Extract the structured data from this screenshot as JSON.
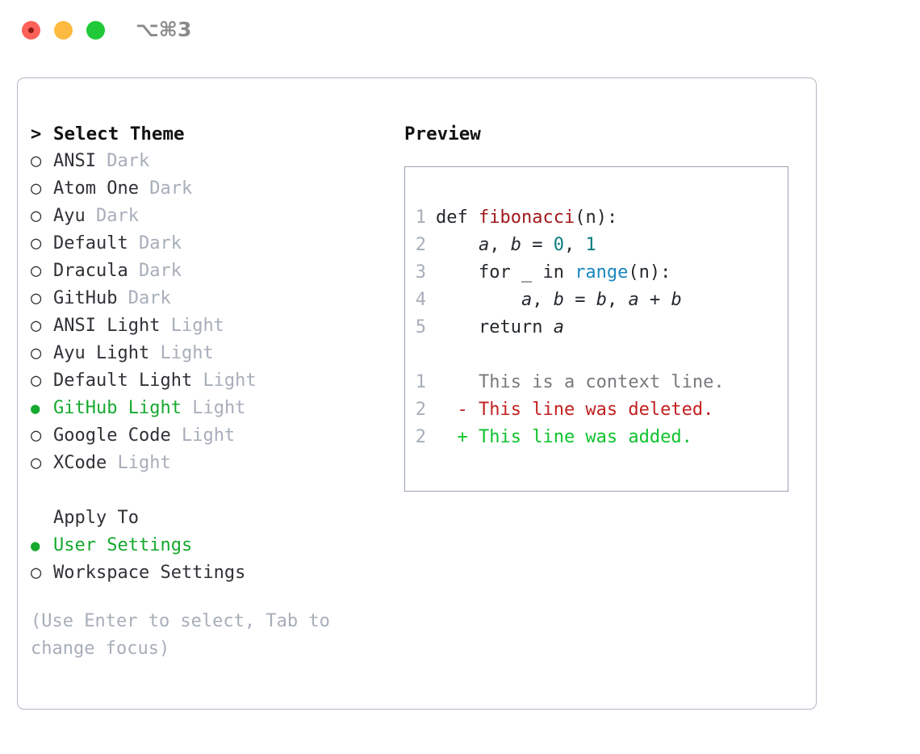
{
  "titlebar": {
    "shortcut": "⌥⌘3",
    "lights": [
      "close",
      "minimize",
      "maximize"
    ]
  },
  "colors": {
    "selected_green": "#16a92f",
    "muted": "#a7aeba",
    "text": "#2f3136",
    "panel_border": "#b3bac6",
    "code_border": "#99a3b0",
    "function_red": "#a01919",
    "number_teal": "#0b7c7c",
    "builtin_blue": "#1a87c2",
    "diff_del": "#c21f1f",
    "diff_add": "#0ec22e",
    "diff_ctx": "#77797d"
  },
  "theme_list": {
    "header_marker": ">",
    "header": "Select Theme",
    "items": [
      {
        "marker": "○",
        "label": "ANSI",
        "suffix": "Dark",
        "selected": false
      },
      {
        "marker": "○",
        "label": "Atom One",
        "suffix": "Dark",
        "selected": false
      },
      {
        "marker": "○",
        "label": "Ayu",
        "suffix": "Dark",
        "selected": false
      },
      {
        "marker": "○",
        "label": "Default",
        "suffix": "Dark",
        "selected": false
      },
      {
        "marker": "○",
        "label": "Dracula",
        "suffix": "Dark",
        "selected": false
      },
      {
        "marker": "○",
        "label": "GitHub",
        "suffix": "Dark",
        "selected": false
      },
      {
        "marker": "○",
        "label": "ANSI Light",
        "suffix": "Light",
        "selected": false
      },
      {
        "marker": "○",
        "label": "Ayu Light",
        "suffix": "Light",
        "selected": false
      },
      {
        "marker": "○",
        "label": "Default Light",
        "suffix": "Light",
        "selected": false
      },
      {
        "marker": "●",
        "label": "GitHub Light",
        "suffix": "Light",
        "selected": true
      },
      {
        "marker": "○",
        "label": "Google Code",
        "suffix": "Light",
        "selected": false
      },
      {
        "marker": "○",
        "label": "XCode",
        "suffix": "Light",
        "selected": false
      }
    ]
  },
  "apply_to": {
    "header": "Apply To",
    "items": [
      {
        "marker": "●",
        "label": "User Settings",
        "selected": true
      },
      {
        "marker": "○",
        "label": "Workspace Settings",
        "selected": false
      }
    ]
  },
  "help_text": "(Use Enter to select, Tab to change focus)",
  "preview": {
    "title": "Preview",
    "code_lines": [
      {
        "num": "1",
        "tokens": [
          {
            "t": "def ",
            "c": "def"
          },
          {
            "t": "fibonacci",
            "c": "fn"
          },
          {
            "t": "(n):",
            "c": "plain"
          }
        ]
      },
      {
        "num": "2",
        "tokens": [
          {
            "t": "    ",
            "c": "plain"
          },
          {
            "t": "a",
            "c": "var"
          },
          {
            "t": ", ",
            "c": "plain"
          },
          {
            "t": "b",
            "c": "var"
          },
          {
            "t": " = ",
            "c": "plain"
          },
          {
            "t": "0",
            "c": "num"
          },
          {
            "t": ", ",
            "c": "plain"
          },
          {
            "t": "1",
            "c": "num"
          }
        ]
      },
      {
        "num": "3",
        "tokens": [
          {
            "t": "    for _ in ",
            "c": "plain"
          },
          {
            "t": "range",
            "c": "blt"
          },
          {
            "t": "(n):",
            "c": "plain"
          }
        ]
      },
      {
        "num": "4",
        "tokens": [
          {
            "t": "        ",
            "c": "plain"
          },
          {
            "t": "a",
            "c": "var"
          },
          {
            "t": ", ",
            "c": "plain"
          },
          {
            "t": "b",
            "c": "var"
          },
          {
            "t": " = ",
            "c": "plain"
          },
          {
            "t": "b",
            "c": "var"
          },
          {
            "t": ", ",
            "c": "plain"
          },
          {
            "t": "a",
            "c": "var"
          },
          {
            "t": " + ",
            "c": "plain"
          },
          {
            "t": "b",
            "c": "var"
          }
        ]
      },
      {
        "num": "5",
        "tokens": [
          {
            "t": "    return ",
            "c": "plain"
          },
          {
            "t": "a",
            "c": "var"
          }
        ]
      }
    ],
    "diff_lines": [
      {
        "num": "1",
        "sign": " ",
        "text": "This is a context line.",
        "kind": "ctx"
      },
      {
        "num": "2",
        "sign": "-",
        "text": "This line was deleted.",
        "kind": "del"
      },
      {
        "num": "2",
        "sign": "+",
        "text": "This line was added.",
        "kind": "add"
      }
    ]
  }
}
